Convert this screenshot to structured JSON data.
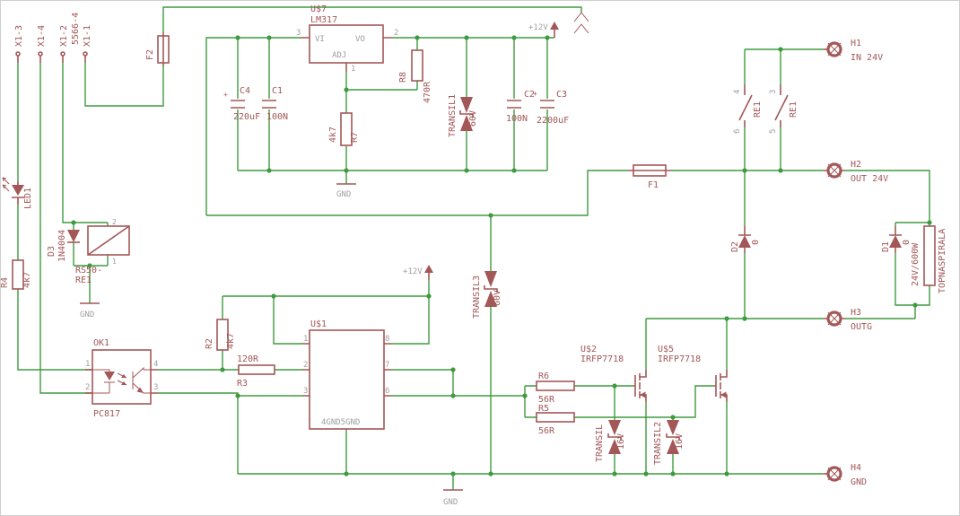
{
  "colors": {
    "background": "#ffffff",
    "wire_green": "#3f9b3f",
    "component_maroon": "#a35757",
    "pin_gray": "#9f9f9f"
  },
  "connector_x1": {
    "pin_x1_3": "X1-3",
    "pin_x1_4": "X1-4",
    "pin_x1_2": "X1-2",
    "pin_x1_1": "X1-1",
    "part_number": "5566-4"
  },
  "fuses": {
    "f2": "F2",
    "f1": "F1"
  },
  "regulator": {
    "name": "U$7",
    "value": "LM317",
    "pin_vi": "VI",
    "pin_vo": "VO",
    "pin_adj": "ADJ",
    "num_vi": "3",
    "num_vo": "2",
    "num_adj": "1"
  },
  "capacitors": {
    "c4_name": "C4",
    "c4_value": "220uF",
    "c4_plus": "+",
    "c1_name": "C1",
    "c1_value": "100N",
    "c2_name": "C2",
    "c2_value": "100N",
    "c3_name": "C3",
    "c3_value": "2200uF",
    "c3_plus": "+"
  },
  "resistors": {
    "r7_name": "R7",
    "r7_value": "4k7",
    "r8_name": "R8",
    "r8_value": "470R",
    "r4_name": "R4",
    "r4_value": "4k7",
    "r2_name": "R2",
    "r2_value": "4k7",
    "r3_name": "R3",
    "r3_value": "120R",
    "r6_name": "R6",
    "r6_value": "56R",
    "r5_name": "R5",
    "r5_value": "56R"
  },
  "suppressors": {
    "transil1_name": "TRANSIL1",
    "transil1_value": "60V",
    "transil3_name": "TRANSIL3",
    "transil3_value": "60V",
    "transil_name": "TRANSIL",
    "transil_value": "16V",
    "transil2_name": "TRANSIL2",
    "transil2_value": "16V"
  },
  "diodes": {
    "led1_name": "LED1",
    "d3_name": "D3",
    "d3_value": "1N4004",
    "d2_name": "D2",
    "d2_value": "0",
    "d1_name": "D1",
    "d1_value": "0"
  },
  "relay": {
    "coil_name": "RS50-",
    "coil_value": "RE1",
    "coil_pin1": "1",
    "coil_pin2": "2",
    "contact_a_name": "RE1",
    "contact_a_pin_top": "4",
    "contact_a_pin_bottom": "6",
    "contact_b_name": "RE1",
    "contact_b_pin_top": "3",
    "contact_b_pin_bottom": "5"
  },
  "optocoupler": {
    "name": "OK1",
    "value": "PC817",
    "pin1": "1",
    "pin2": "2",
    "pin3": "3",
    "pin4": "4"
  },
  "driver_ic": {
    "name": "U$1",
    "pin1": "1",
    "pin2": "2",
    "pin3": "3",
    "pin6": "6",
    "pin7": "7",
    "pin8": "8",
    "bottom_pins": "4GND5GND"
  },
  "mosfets": {
    "u2_name": "U$2",
    "u2_value": "IRFP7718",
    "u5_name": "U$5",
    "u5_value": "IRFP7718"
  },
  "load": {
    "value": "24V/600W",
    "name": "TOPNASPIRALA"
  },
  "supplies": {
    "plus12v_top": "+12V",
    "plus12v_mid": "+12V",
    "gnd_regulator": "GND",
    "gnd_relay": "GND",
    "gnd_bottom": "GND"
  },
  "pads": {
    "h1_name": "H1",
    "h1_value": "IN 24V",
    "h2_name": "H2",
    "h2_value": "OUT 24V",
    "h3_name": "H3",
    "h3_value": "OUTG",
    "h4_name": "H4",
    "h4_value": "GND"
  }
}
